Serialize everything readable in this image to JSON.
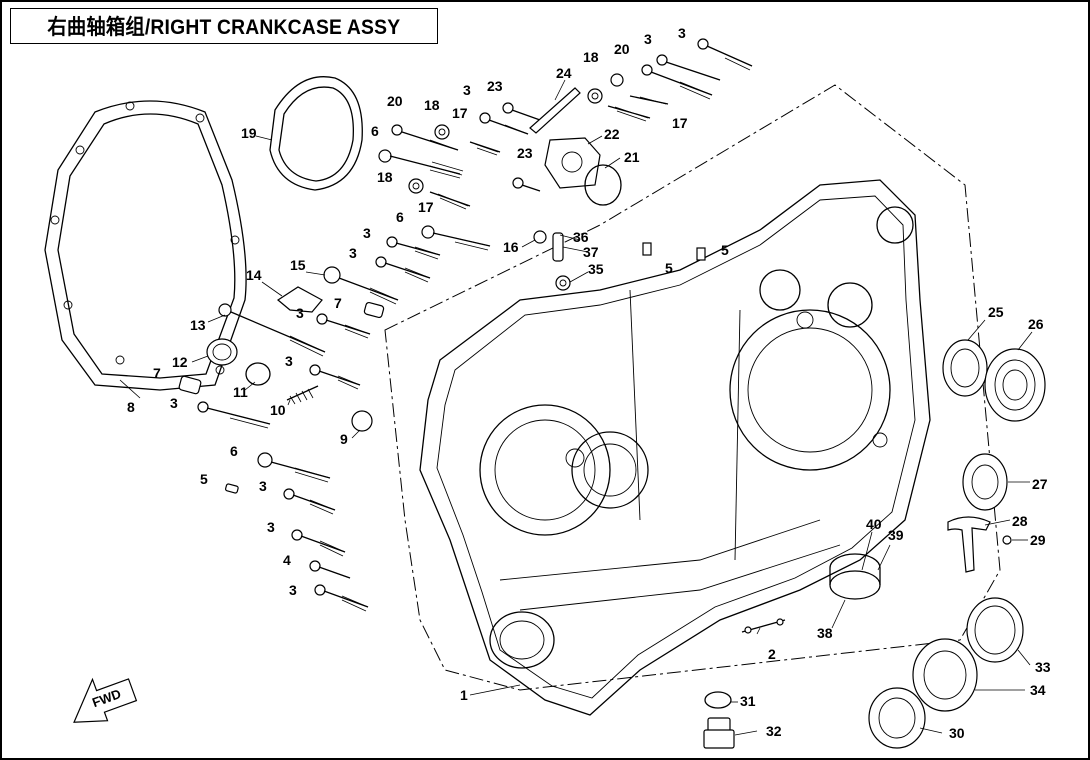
{
  "title": "右曲轴箱组/RIGHT CRANKCASE ASSY",
  "direction_label": "FWD",
  "callouts": {
    "c1": "1",
    "c2": "2",
    "c3a": "3",
    "c3b": "3",
    "c3c": "3",
    "c3d": "3",
    "c3e": "3",
    "c3f": "3",
    "c3g": "3",
    "c3h": "3",
    "c3i": "3",
    "c3j": "3",
    "c3k": "3",
    "c4": "4",
    "c5a": "5",
    "c5b": "5",
    "c5c": "5",
    "c6a": "6",
    "c6b": "6",
    "c6c": "6",
    "c7a": "7",
    "c7b": "7",
    "c8": "8",
    "c9": "9",
    "c10": "10",
    "c11": "11",
    "c12": "12",
    "c13": "13",
    "c14": "14",
    "c15": "15",
    "c16": "16",
    "c17a": "17",
    "c17b": "17",
    "c17c": "17",
    "c18a": "18",
    "c18b": "18",
    "c18c": "18",
    "c19": "19",
    "c20a": "20",
    "c20b": "20",
    "c21": "21",
    "c22": "22",
    "c23a": "23",
    "c23b": "23",
    "c24": "24",
    "c25": "25",
    "c26": "26",
    "c27": "27",
    "c28": "28",
    "c29": "29",
    "c30": "30",
    "c31": "31",
    "c32": "32",
    "c33": "33",
    "c34": "34",
    "c35": "35",
    "c36": "36",
    "c37": "37",
    "c38": "38",
    "c39": "39",
    "c40": "40"
  }
}
